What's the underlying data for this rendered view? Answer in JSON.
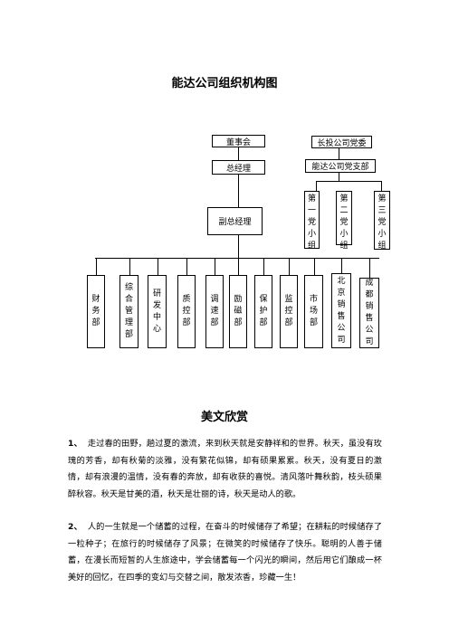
{
  "page_title": "能达公司组织机构图",
  "chart": {
    "board": "董事会",
    "gm": "总经理",
    "party_committee": "长投公司党委",
    "party_branch": "能达公司党支部",
    "party_groups": [
      "第一党小组",
      "第二党小组",
      "第三党小组"
    ],
    "deputy_gm": "副总经理",
    "departments": [
      "财务部",
      "综合管理部",
      "研发中心",
      "质控部",
      "调速部",
      "励磁部",
      "保护部",
      "监控部",
      "市场部",
      "北京销售公司",
      "成都销售公司"
    ]
  },
  "essay": {
    "title": "美文欣赏",
    "paragraphs": [
      {
        "num": "1、",
        "text": "走过春的田野，趟过夏的激流，来到秋天就是安静祥和的世界。秋天，虽没有玫瑰的芳香，却有秋菊的淡雅，没有繁花似锦，却有硕果累累。秋天，没有夏日的激情，却有浪漫的温情，没有春的奔放，却有收获的喜悦。清风落叶舞秋韵，枝头硕果醉秋容。秋天是甘美的酒，秋天是壮丽的诗，秋天是动人的歌。"
      },
      {
        "num": "2、",
        "text": "人的一生就是一个储蓄的过程，在奋斗的时候储存了希望；在耕耘的时候储存了一粒种子；在旅行的时候储存了风景；在微笑的时候储存了快乐。聪明的人善于储蓄，在漫长而短暂的人生旅途中，学会储蓄每一个闪光的瞬间，然后用它们酿成一杯美好的回忆，在四季的变幻与交替之间，散发浓香，珍藏一生！"
      }
    ]
  }
}
